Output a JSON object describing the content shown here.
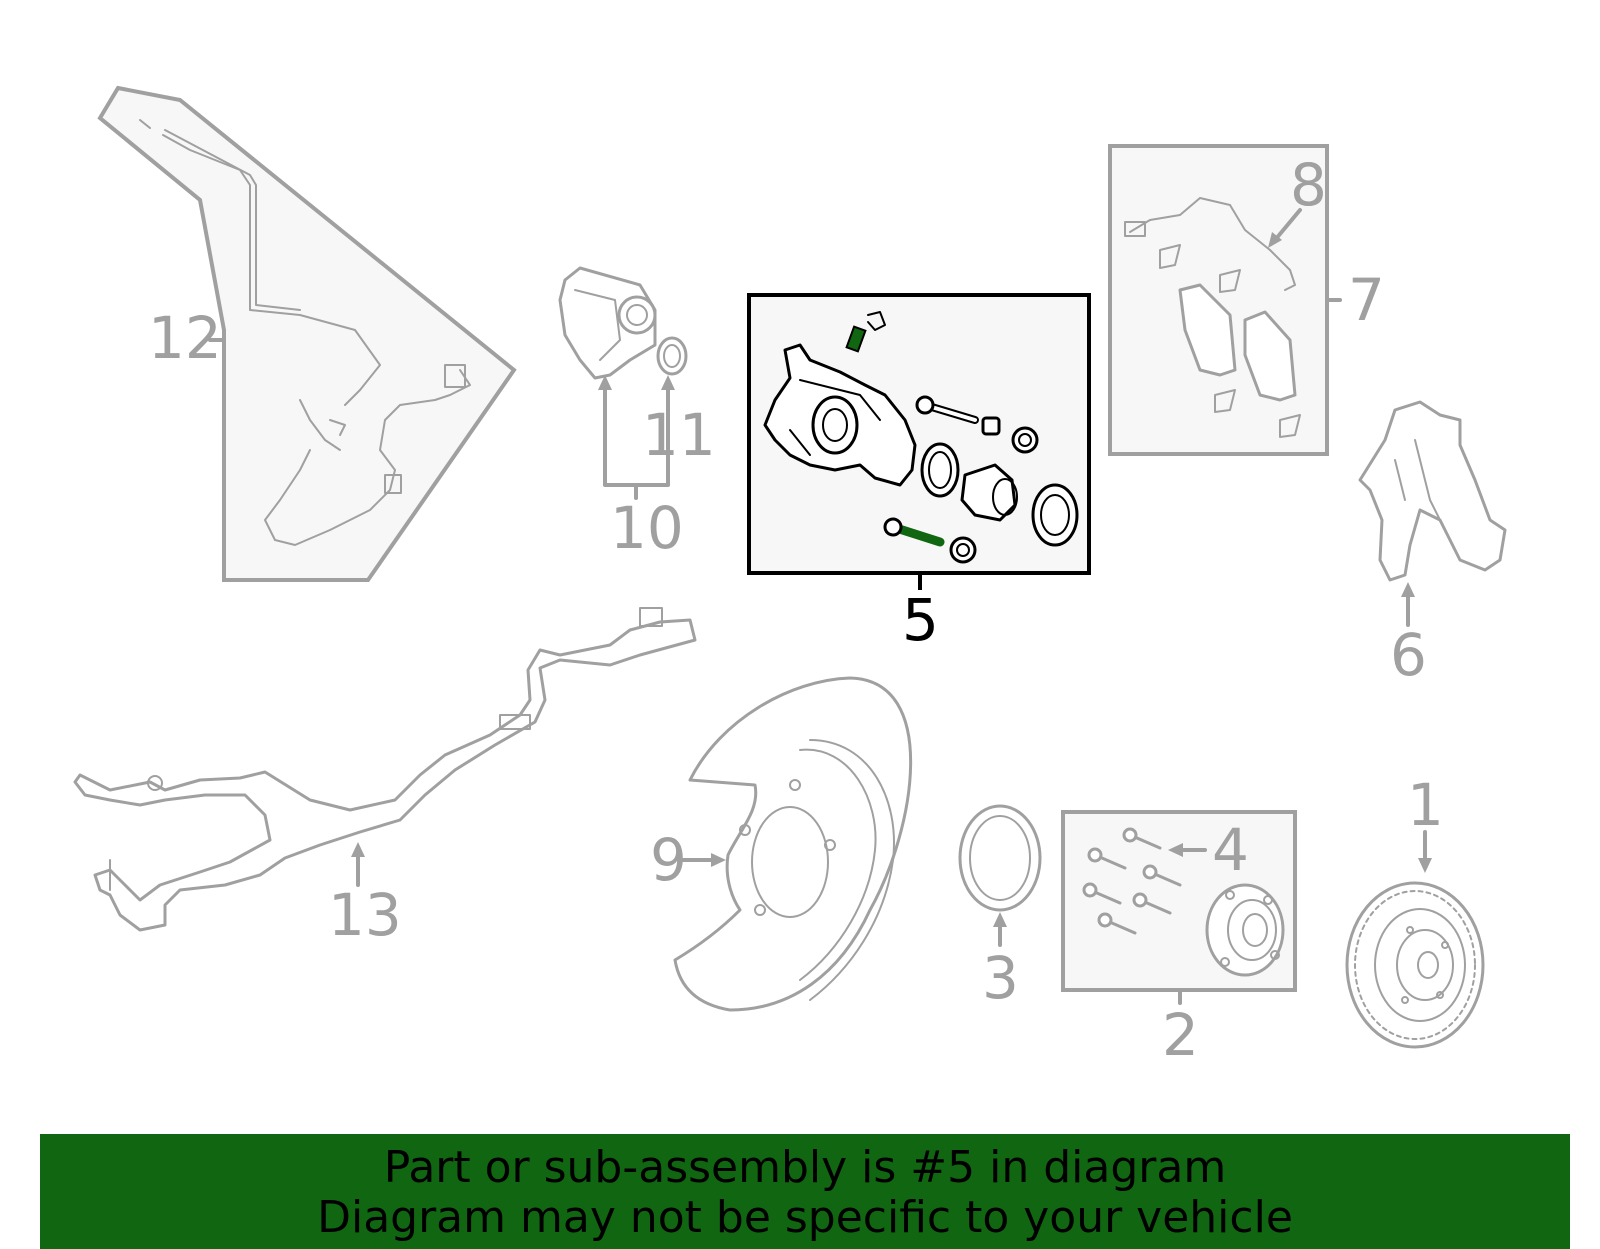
{
  "colors": {
    "muted_gray": "#a0a0a0",
    "highlight_black": "#000000",
    "accent_green": "#116611",
    "banner_text": "#000000"
  },
  "callouts": {
    "p1": "1",
    "p2": "2",
    "p3": "3",
    "p4": "4",
    "p5": "5",
    "p6": "6",
    "p7": "7",
    "p8": "8",
    "p9": "9",
    "p10": "10",
    "p11": "11",
    "p12": "12",
    "p13": "13"
  },
  "highlighted_part": "5",
  "banner": {
    "line1": "Part or sub-assembly is #5 in diagram",
    "line2": "Diagram may not be specific to your vehicle"
  }
}
